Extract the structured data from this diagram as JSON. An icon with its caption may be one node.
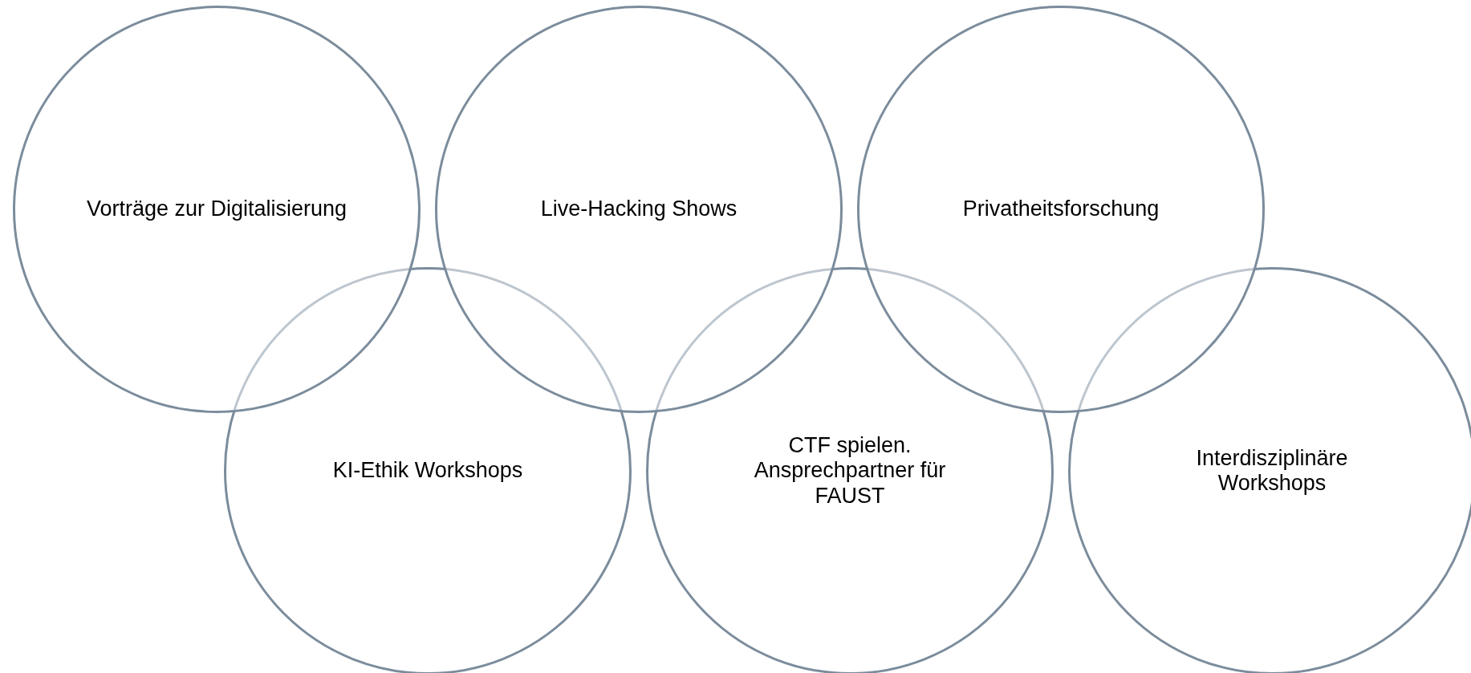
{
  "diagram": {
    "nodes": [
      {
        "text": [
          "Vorträge zur Digitalisierung"
        ]
      },
      {
        "text": [
          "Live-Hacking Shows"
        ]
      },
      {
        "text": [
          "Privatheitsforschung"
        ]
      },
      {
        "text": [
          "KI-Ethik Workshops"
        ]
      },
      {
        "text": [
          "CTF spielen. Ansprechpartner für FAUST"
        ]
      },
      {
        "text": [
          "Interdisziplinäre Workshops"
        ]
      }
    ]
  }
}
